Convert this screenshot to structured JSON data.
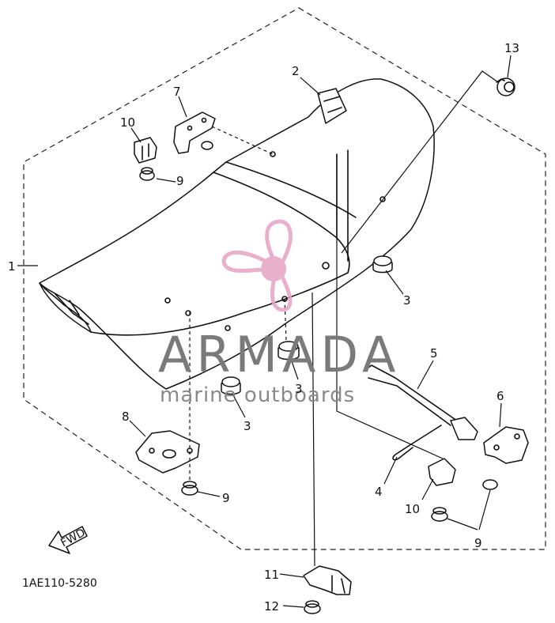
{
  "diagram": {
    "figure_code": "1AE110-5280",
    "direction_marker": "FWD",
    "callouts": {
      "c1": "1",
      "c2": "2",
      "c3a": "3",
      "c3b": "3",
      "c3c": "3",
      "c4": "4",
      "c5": "5",
      "c6": "6",
      "c7": "7",
      "c8": "8",
      "c9a": "9",
      "c9b": "9",
      "c9c": "9",
      "c10a": "10",
      "c10b": "10",
      "c11": "11",
      "c12": "12",
      "c13": "13"
    }
  },
  "watermark": {
    "brand": "ARMADA",
    "tagline": "marine outboards",
    "logo_icon": "propeller-icon",
    "accent_color": "#e6a3c4",
    "text_color": "#7a7a7a"
  }
}
